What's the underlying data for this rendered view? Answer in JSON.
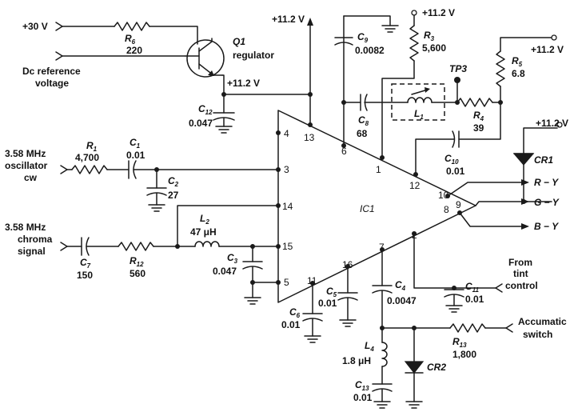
{
  "supplies": {
    "v30": "+30 V",
    "v112": "+11.2 V"
  },
  "regulator": {
    "dc_ref": [
      "Dc reference",
      "voltage"
    ],
    "transistor_name": "Q1",
    "transistor_role": "regulator"
  },
  "ic": {
    "name": "IC1",
    "pins": [
      "1",
      "2",
      "3",
      "4",
      "5",
      "6",
      "7",
      "8",
      "9",
      "10",
      "11",
      "12",
      "13",
      "14",
      "15",
      "16"
    ]
  },
  "inputs": {
    "osc": [
      "3.58 MHz",
      "oscillator",
      "cw"
    ],
    "chroma": [
      "3.58 MHz",
      "chroma",
      "signal"
    ]
  },
  "outputs": {
    "ry": "R − Y",
    "gy": "G − Y",
    "by": "B − Y"
  },
  "controls": {
    "tint": [
      "From",
      "tint",
      "control"
    ],
    "accumatic": [
      "Accumatic",
      "switch"
    ]
  },
  "testpoint": {
    "tp3": "TP3"
  },
  "components": {
    "r6": {
      "main": "R",
      "sub": "6",
      "value": "220"
    },
    "r1": {
      "main": "R",
      "sub": "1",
      "value": "4,700"
    },
    "r12": {
      "main": "R",
      "sub": "12",
      "value": "560"
    },
    "r3": {
      "main": "R",
      "sub": "3",
      "value": "5,600"
    },
    "r5": {
      "main": "R",
      "sub": "5",
      "value": "6.8"
    },
    "r4": {
      "main": "R",
      "sub": "4",
      "value": "39"
    },
    "r13": {
      "main": "R",
      "sub": "13",
      "value": "1,800"
    },
    "c12": {
      "main": "C",
      "sub": "12",
      "value": "0.047"
    },
    "c1": {
      "main": "C",
      "sub": "1",
      "value": "0.01"
    },
    "c2": {
      "main": "C",
      "sub": "2",
      "value": "27"
    },
    "c7": {
      "main": "C",
      "sub": "7",
      "value": "150"
    },
    "c3": {
      "main": "C",
      "sub": "3",
      "value": "0.047"
    },
    "c9": {
      "main": "C",
      "sub": "9",
      "value": "0.0082"
    },
    "c8": {
      "main": "C",
      "sub": "8",
      "value": "68"
    },
    "c10": {
      "main": "C",
      "sub": "10",
      "value": "0.01"
    },
    "c11": {
      "main": "C",
      "sub": "11",
      "value": "0.01"
    },
    "c5": {
      "main": "C",
      "sub": "5",
      "value": "0.01"
    },
    "c6": {
      "main": "C",
      "sub": "6",
      "value": "0.01"
    },
    "c4": {
      "main": "C",
      "sub": "4",
      "value": "0.0047"
    },
    "c13": {
      "main": "C",
      "sub": "13",
      "value": "0.01"
    },
    "l1": {
      "main": "L",
      "sub": "1"
    },
    "l2": {
      "main": "L",
      "sub": "2",
      "value": "47 μH"
    },
    "l4": {
      "main": "L",
      "sub": "4",
      "value": "1.8 μH"
    },
    "cr1": {
      "name": "CR1"
    },
    "cr2": {
      "name": "CR2"
    }
  }
}
